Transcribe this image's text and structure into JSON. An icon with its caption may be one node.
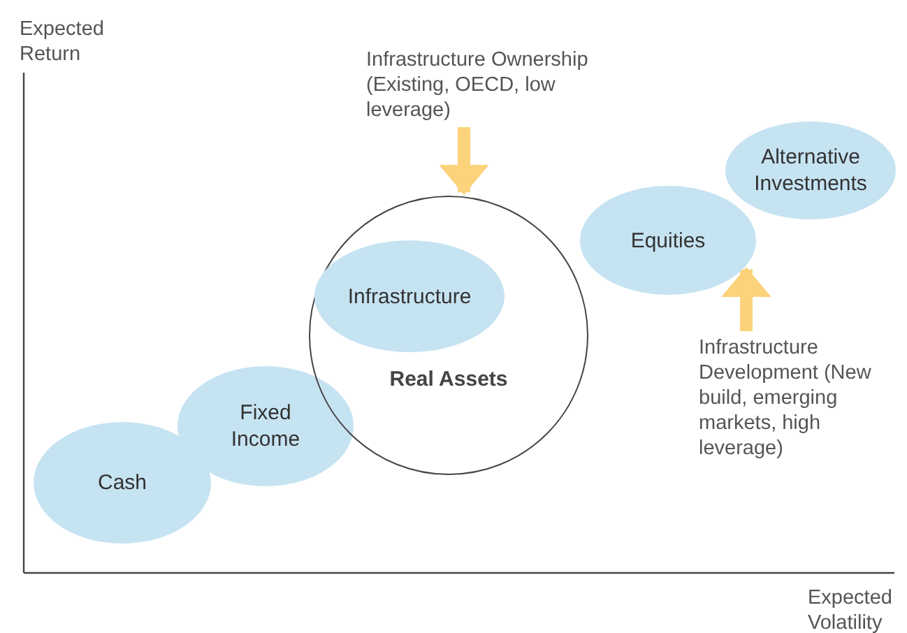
{
  "diagram": {
    "nodes": [
      {
        "text": [
          "Cash"
        ]
      },
      {
        "text": [
          "Fixed Income"
        ]
      },
      {
        "text": [
          "Real Assets"
        ]
      },
      {
        "text": [
          "Infrastructure"
        ],
        "in": 2
      },
      {
        "text": [
          "Equities"
        ]
      },
      {
        "text": [
          "Alternative Investments"
        ]
      },
      {
        "text": [
          "Infrastructure Ownership (Existing, OECD, low leverage)"
        ]
      },
      {
        "text": [
          "Infrastructure Development (New build, emerging markets, high leverage)"
        ]
      }
    ],
    "edges": [
      {
        "from": 6,
        "to": 2,
        "arrow": "to"
      },
      {
        "from": 7,
        "to": 4,
        "arrow": "to"
      }
    ],
    "labels": [
      "Expected Return",
      "Expected Volatility"
    ]
  }
}
